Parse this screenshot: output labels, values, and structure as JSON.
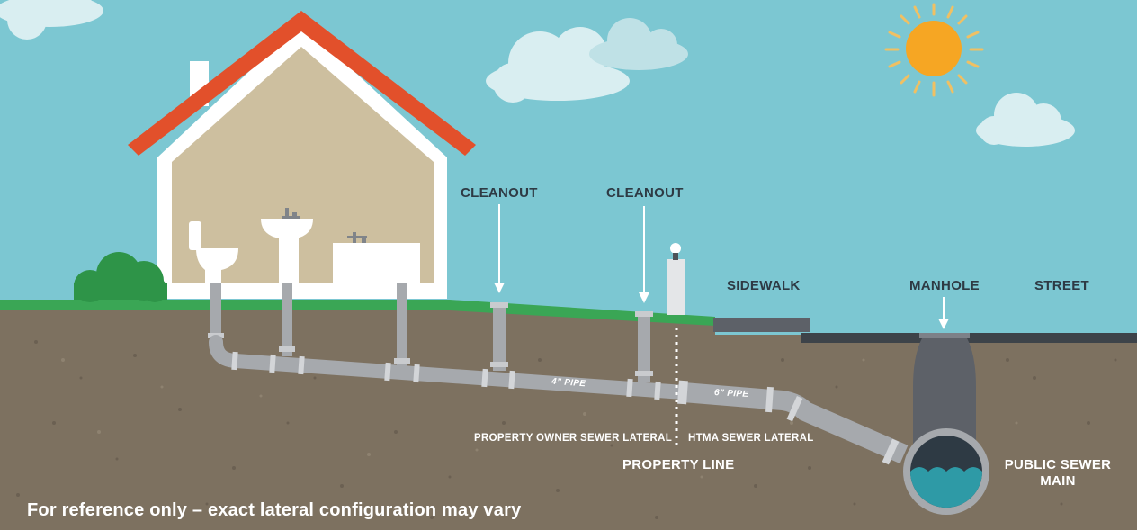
{
  "labels": {
    "cleanout_1": "CLEANOUT",
    "cleanout_2": "CLEANOUT",
    "sidewalk": "SIDEWALK",
    "manhole": "MANHOLE",
    "street": "STREET",
    "pipe_4": "4” PIPE",
    "pipe_6": "6” PIPE",
    "owner_lateral": "PROPERTY OWNER SEWER LATERAL",
    "htma_lateral": "HTMA SEWER LATERAL",
    "property_line": "PROPERTY LINE",
    "sewer_main_line1": "PUBLIC SEWER",
    "sewer_main_line2": "MAIN",
    "footnote": "For reference only – exact lateral configuration may vary"
  },
  "colors": {
    "sky": "#7cc7d2",
    "soil": "#7d7160",
    "grass": "#3aa655",
    "roof": "#e2502b",
    "house_wall": "#ffffff",
    "house_interior": "#cdbf9f",
    "pipe": "#a6a9ad",
    "manhole": "#5d6168",
    "water": "#2e9aa6",
    "sun": "#f6a623"
  },
  "icons": [
    "sun-icon",
    "cloud-icon",
    "house-icon",
    "toilet-icon",
    "sink-icon",
    "tub-icon",
    "bush-icon",
    "vent-icon",
    "manhole-icon"
  ]
}
